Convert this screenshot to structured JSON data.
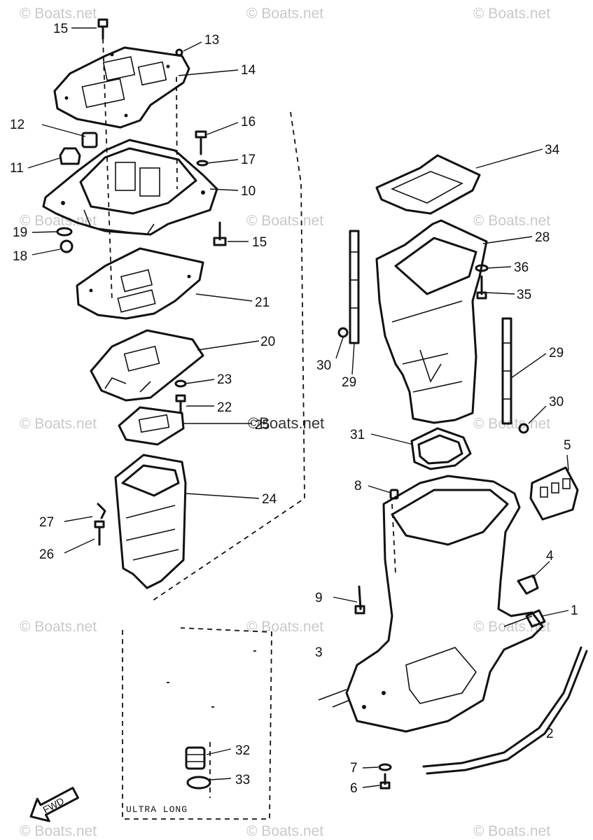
{
  "watermarks": {
    "text": "© Boats.net",
    "center_text": "©Boats.net"
  },
  "callouts": [
    "1",
    "2",
    "3",
    "4",
    "5",
    "6",
    "7",
    "8",
    "9",
    "10",
    "11",
    "12",
    "13",
    "14",
    "15",
    "15",
    "16",
    "17",
    "18",
    "19",
    "20",
    "21",
    "22",
    "23",
    "24",
    "25",
    "26",
    "27",
    "28",
    "29",
    "29",
    "30",
    "30",
    "31",
    "32",
    "33",
    "34",
    "35",
    "36"
  ],
  "inset_label": "ULTRA LONG",
  "fwd_label": "FWD"
}
